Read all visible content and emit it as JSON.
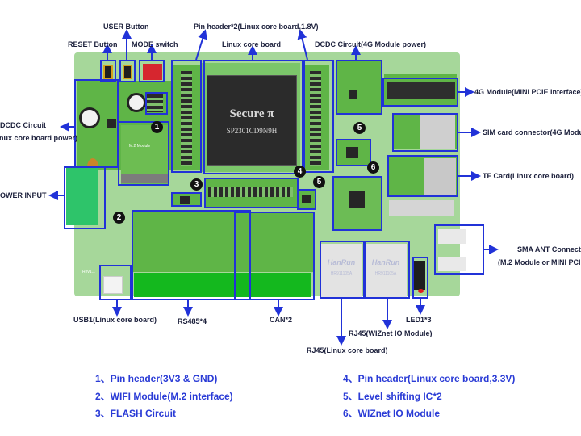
{
  "title": "Board component diagram",
  "board": {
    "chip_brand": "Secure π",
    "chip_model": "SP2301CD9N9H",
    "wifi_module_silk": "M.2 Module",
    "rj45_brand": "HanRun",
    "rj45_part": "HR911105A",
    "revision_silk": "Rev1.1"
  },
  "callouts": {
    "user_button": "USER Button",
    "reset_button": "RESET Button",
    "mode_switch": "MODE switch",
    "pin_header_18": "Pin header*2(Linux core board,1.8V)",
    "linux_core_board": "Linux core board",
    "dcdc_4g": "DCDC  Circuit(4G Module power)",
    "module_4g": "4G Module(MINI PCIE interface)",
    "dcdc_core_line1": "DCDC  Circuit",
    "dcdc_core_line2": "(Linux core board power)",
    "sim_card": "SIM card connector(4G Module)",
    "tf_card": "TF Card(Linux core board)",
    "power_input": "POWER INPUT",
    "sma_line1": "SMA ANT Connector",
    "sma_line2": "(M.2 Module or MINI PCIE)",
    "usb1": "USB1(Linux core board)",
    "rs485": "RS485*4",
    "can": "CAN*2",
    "rj45_wiznet": "RJ45(WIZnet IO Module)",
    "rj45_linux": "RJ45(Linux core board)",
    "led": "LED1*3"
  },
  "markers": [
    "1",
    "2",
    "3",
    "4",
    "5",
    "5",
    "6"
  ],
  "legend": [
    {
      "num": "1",
      "text": "1、Pin header(3V3 & GND)"
    },
    {
      "num": "2",
      "text": "2、WIFI Module(M.2 interface)"
    },
    {
      "num": "3",
      "text": "3、FLASH  Circuit"
    },
    {
      "num": "4",
      "text": "4、Pin header(Linux core board,3.3V)"
    },
    {
      "num": "5",
      "text": "5、Level shifting IC*2"
    },
    {
      "num": "6",
      "text": "6、WIZnet IO Module"
    }
  ],
  "colors": {
    "callout_blue": "#2132d8",
    "legend_blue": "#2a3bd6",
    "pcb_green": "#5fb547",
    "board_light": "#a6d79a",
    "terminal_green": "#2ec46a"
  }
}
